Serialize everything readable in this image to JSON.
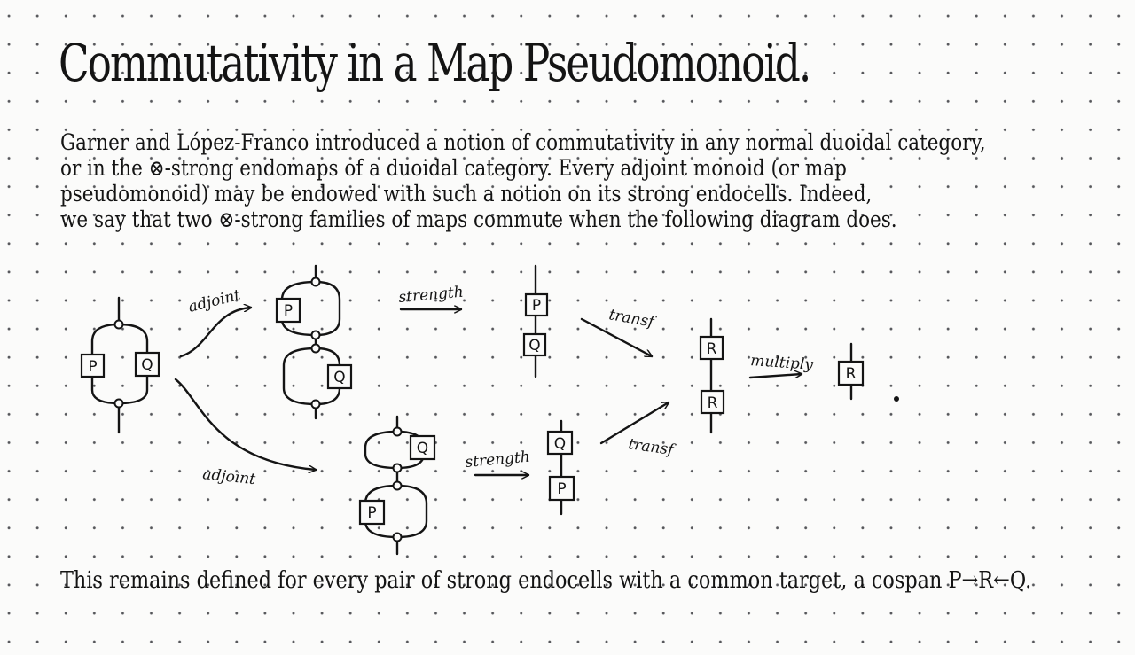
{
  "title": "Commutativity in a Map Pseudomonoid.",
  "paragraph": [
    "Garner and López-Franco introduced a notion of commutativity in any normal duoidal category,",
    "or in the ⊗-strong endomaps of a duoidal category. Every adjoint monoid (or map",
    "pseudomonoid) may be endowed with such a notion on its strong endocells. Indeed,",
    "we say that two ⊗-strong families of maps commute when the following diagram does."
  ],
  "diagram": {
    "box_labels": {
      "p": "P",
      "q": "Q",
      "r": "R"
    },
    "arrow_labels": {
      "adjoint_top": "adjoint",
      "adjoint_bottom": "adjoint",
      "strength_top": "strength",
      "strength_bottom": "strength",
      "transf_top": "transf",
      "transf_bottom": "transf",
      "multiply": "multiply"
    },
    "end_mark": "."
  },
  "footer": "This remains defined for every pair of strong endocells with a common target, a cospan P→R←Q."
}
